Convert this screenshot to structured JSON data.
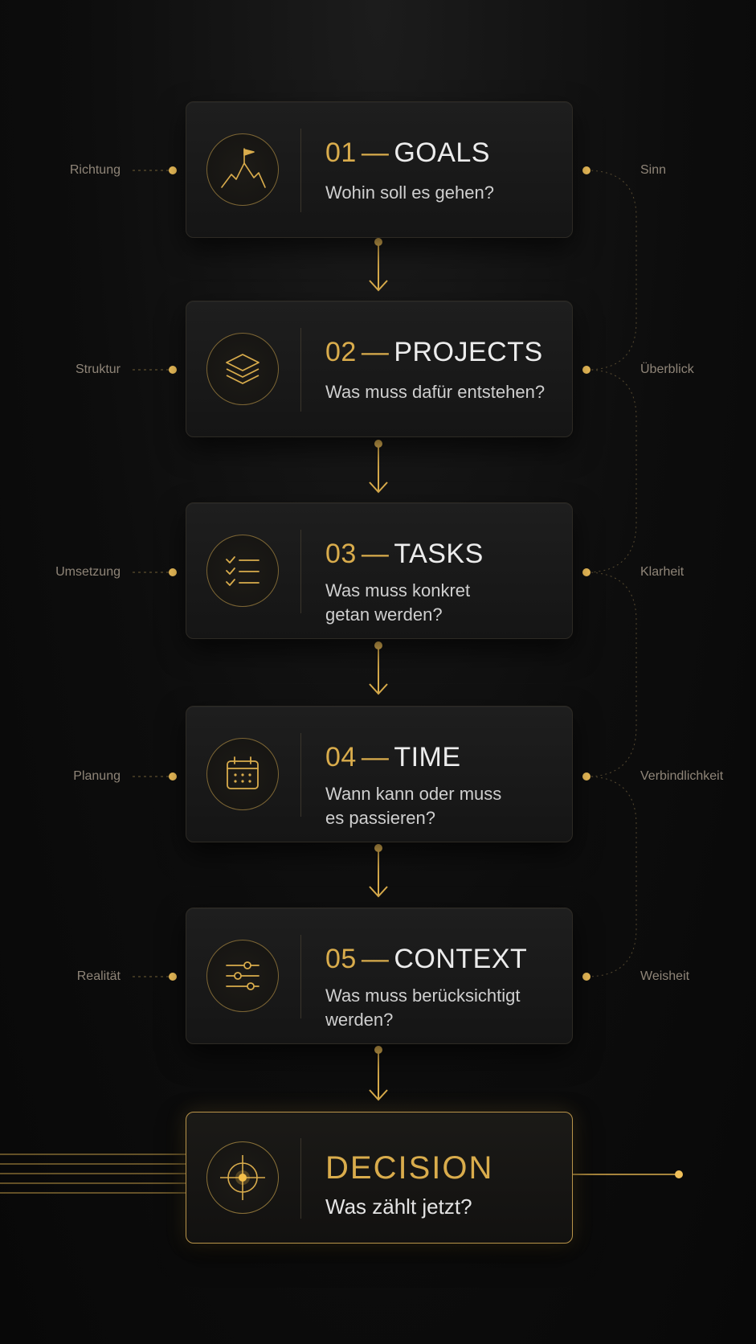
{
  "steps": [
    {
      "number": "01",
      "dash": "—",
      "title": "GOALS",
      "question": "Wohin soll es gehen?",
      "left_label": "Richtung",
      "right_label": "Sinn",
      "icon": "mountain-flag-icon"
    },
    {
      "number": "02",
      "dash": "—",
      "title": "PROJECTS",
      "question": "Was muss dafür entstehen?",
      "left_label": "Struktur",
      "right_label": "Überblick",
      "icon": "layers-icon"
    },
    {
      "number": "03",
      "dash": "—",
      "title": "TASKS",
      "question": "Was muss konkret getan werden?",
      "left_label": "Umsetzung",
      "right_label": "Klarheit",
      "icon": "checklist-icon"
    },
    {
      "number": "04",
      "dash": "—",
      "title": "TIME",
      "question": "Wann kann oder muss es passieren?",
      "left_label": "Planung",
      "right_label": "Verbindlichkeit",
      "icon": "calendar-icon"
    },
    {
      "number": "05",
      "dash": "—",
      "title": "CONTEXT",
      "question": "Was muss berücksichtigt werden?",
      "left_label": "Realität",
      "right_label": "Weisheit",
      "icon": "sliders-icon"
    }
  ],
  "decision": {
    "title": "DECISION",
    "question": "Was zählt jetzt?",
    "icon": "target-icon"
  },
  "colors": {
    "accent": "#d9ac4c",
    "background": "#0d0d0d",
    "card": "#1a1a1a",
    "label": "#8f8578"
  }
}
